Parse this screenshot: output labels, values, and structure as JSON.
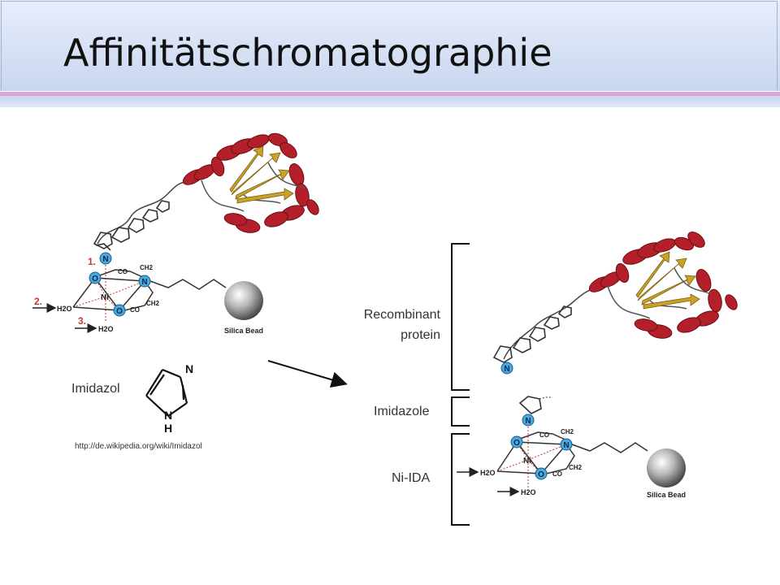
{
  "slide": {
    "title": "Affinitätschromatographie"
  },
  "left_panel": {
    "step1": "1.",
    "step2": "2.",
    "step3": "3.",
    "co1": "CO",
    "ch2a": "CH2",
    "ch2b": "CH2",
    "co2": "CO",
    "n_top": "N",
    "n_right": "N",
    "o_left": "O",
    "o_bottom": "O",
    "ni": "Ni",
    "water1": "H2O",
    "water2": "H2O",
    "bead": "Silica Bead"
  },
  "imidazol": {
    "label": "Imidazol",
    "atom_n": "N",
    "atom_nh_n": "N",
    "atom_nh_h": "H",
    "source": "http://de.wikipedia.org/wiki/Imidazol"
  },
  "right_panel": {
    "recombinant": "Recombinant protein",
    "imidazole": "Imidazole",
    "niida": "Ni-IDA",
    "n_his": "N",
    "n_im": "N",
    "n_right": "N",
    "o_left": "O",
    "o_bottom": "O",
    "ni": "Ni",
    "co1": "CO",
    "co2": "CO",
    "ch2a": "CH2",
    "ch2b": "CH2",
    "water1": "H2O",
    "water2": "H2O",
    "bead": "Silica Bead"
  },
  "colors": {
    "protein_red": "#b3202a",
    "beta_gold": "#c9a227",
    "atom_blue": "#4aa8e0",
    "step_red": "#c0392b"
  }
}
